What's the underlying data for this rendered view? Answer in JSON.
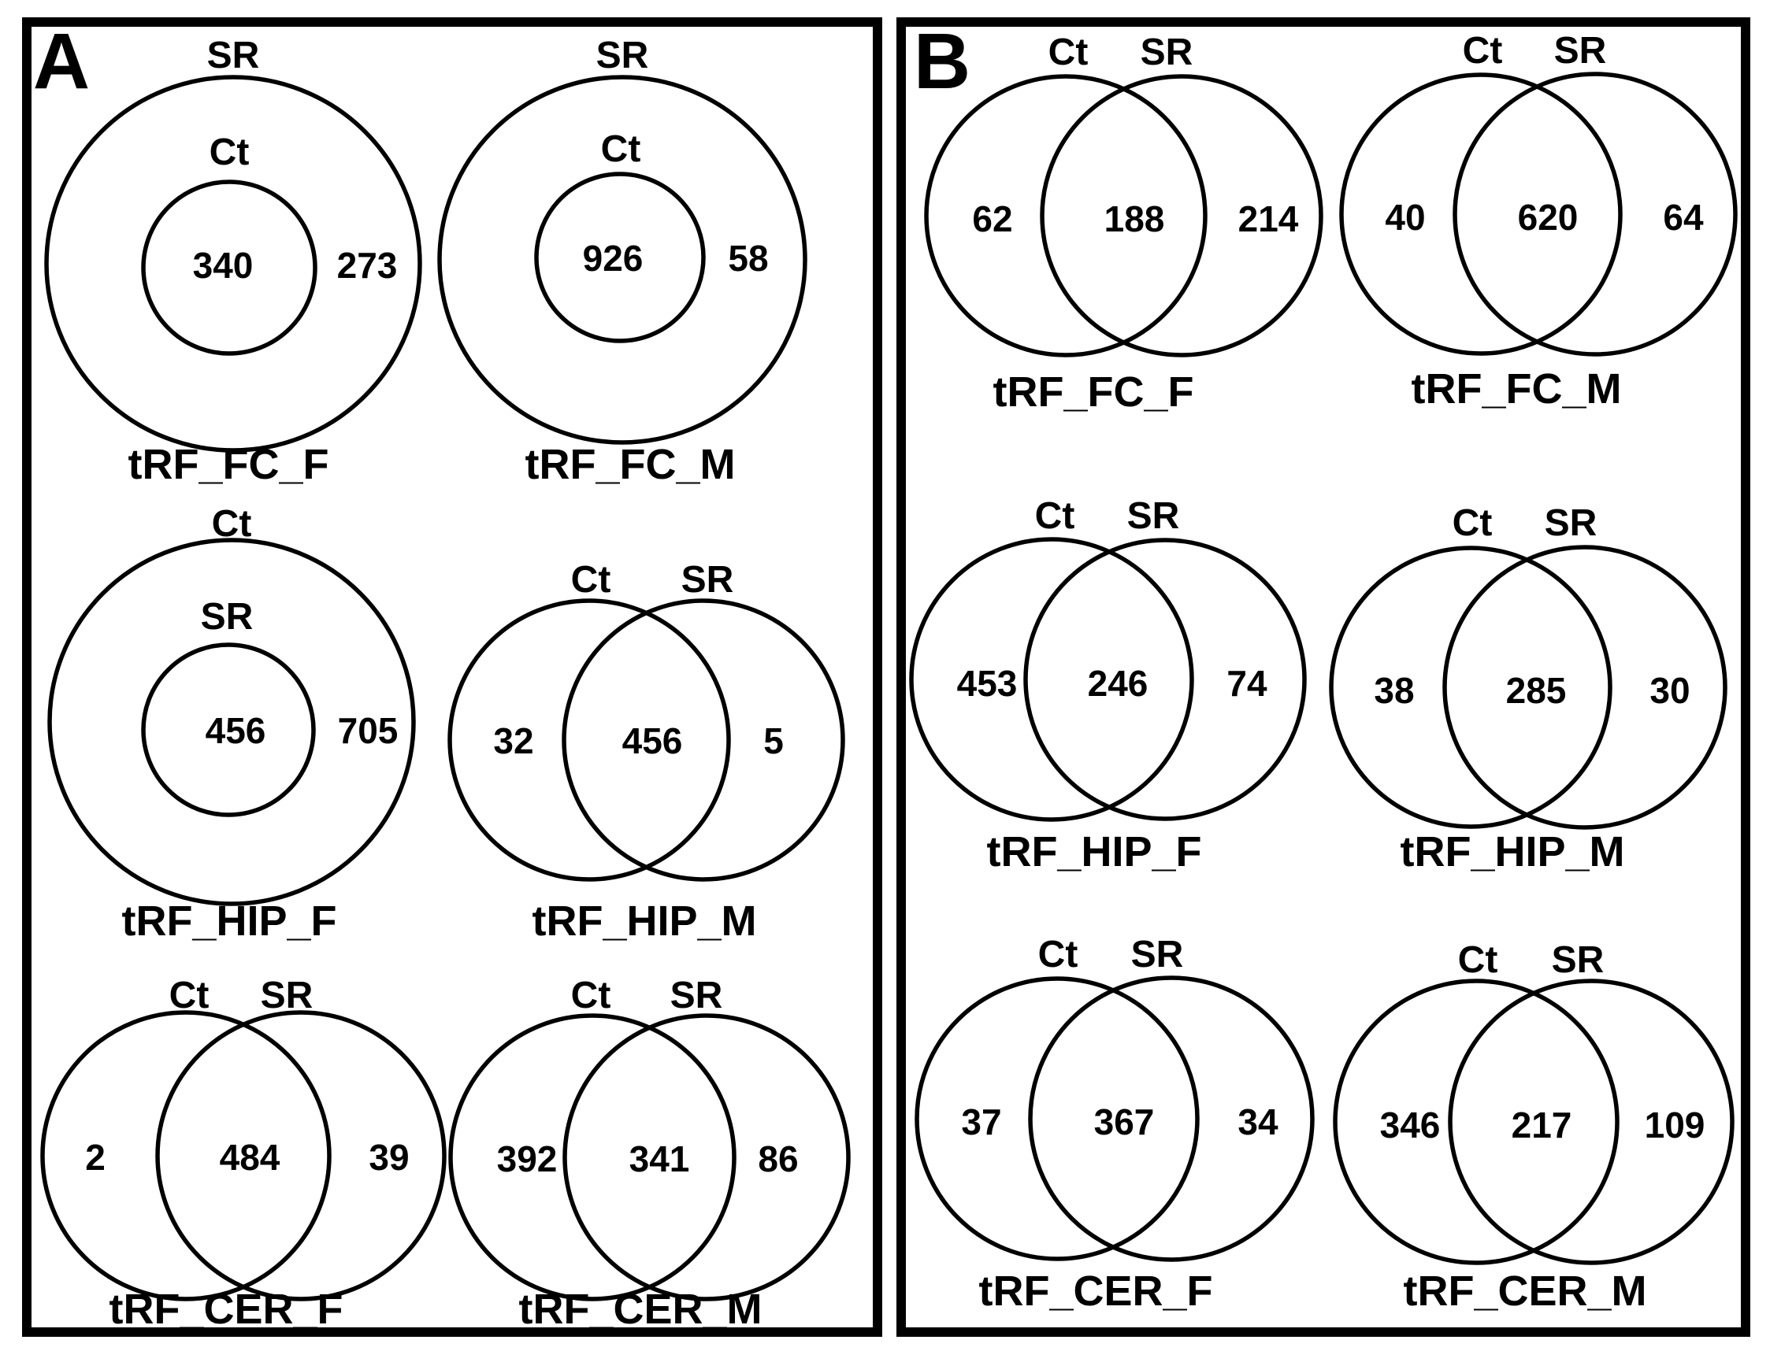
{
  "figure": {
    "colors": {
      "stroke": "#000000",
      "background": "#ffffff",
      "text": "#000000"
    },
    "panels": [
      {
        "label": "A",
        "venns": [
          {
            "title": "tRF_FC_F",
            "type": "nested",
            "sets": {
              "outer": "SR",
              "inner": "Ct"
            },
            "values": {
              "inner": "340",
              "outer_only": "273"
            }
          },
          {
            "title": "tRF_FC_M",
            "type": "nested",
            "sets": {
              "outer": "SR",
              "inner": "Ct"
            },
            "values": {
              "inner": "926",
              "outer_only": "58"
            }
          },
          {
            "title": "tRF_HIP_F",
            "type": "nested",
            "sets": {
              "outer": "Ct",
              "inner": "SR"
            },
            "values": {
              "inner": "456",
              "outer_only": "705"
            }
          },
          {
            "title": "tRF_HIP_M",
            "type": "overlap",
            "sets": {
              "left": "Ct",
              "right": "SR"
            },
            "values": {
              "left": "32",
              "overlap": "456",
              "right": "5"
            }
          },
          {
            "title": "tRF_CER_F",
            "type": "overlap",
            "sets": {
              "left": "Ct",
              "right": "SR"
            },
            "values": {
              "left": "2",
              "overlap": "484",
              "right": "39"
            }
          },
          {
            "title": "tRF_CER_M",
            "type": "overlap",
            "sets": {
              "left": "Ct",
              "right": "SR"
            },
            "values": {
              "left": "392",
              "overlap": "341",
              "right": "86"
            }
          }
        ]
      },
      {
        "label": "B",
        "venns": [
          {
            "title": "tRF_FC_F",
            "type": "overlap",
            "sets": {
              "left": "Ct",
              "right": "SR"
            },
            "values": {
              "left": "62",
              "overlap": "188",
              "right": "214"
            }
          },
          {
            "title": "tRF_FC_M",
            "type": "overlap",
            "sets": {
              "left": "Ct",
              "right": "SR"
            },
            "values": {
              "left": "40",
              "overlap": "620",
              "right": "64"
            }
          },
          {
            "title": "tRF_HIP_F",
            "type": "overlap",
            "sets": {
              "left": "Ct",
              "right": "SR"
            },
            "values": {
              "left": "453",
              "overlap": "246",
              "right": "74"
            }
          },
          {
            "title": "tRF_HIP_M",
            "type": "overlap",
            "sets": {
              "left": "Ct",
              "right": "SR"
            },
            "values": {
              "left": "38",
              "overlap": "285",
              "right": "30"
            }
          },
          {
            "title": "tRF_CER_F",
            "type": "overlap",
            "sets": {
              "left": "Ct",
              "right": "SR"
            },
            "values": {
              "left": "37",
              "overlap": "367",
              "right": "34"
            }
          },
          {
            "title": "tRF_CER_M",
            "type": "overlap",
            "sets": {
              "left": "Ct",
              "right": "SR"
            },
            "values": {
              "left": "346",
              "overlap": "217",
              "right": "109"
            }
          }
        ]
      }
    ]
  }
}
